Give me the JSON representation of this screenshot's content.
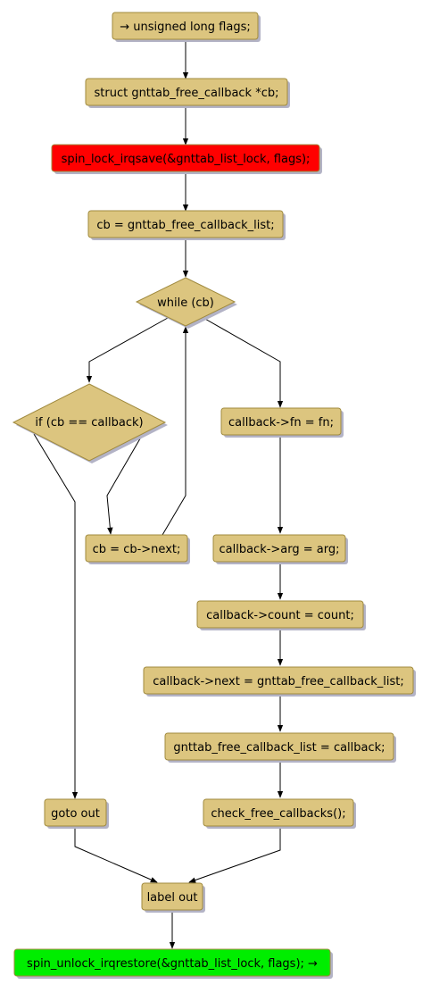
{
  "colors": {
    "default_fill": "#dcc57f",
    "border": "#a08a3e",
    "highlight_red": "#ff0000",
    "highlight_green": "#00ee00",
    "shadow": "#b3b3c6",
    "edge": "#000000"
  },
  "nodes": {
    "decl_flags": {
      "label": "→ unsigned long flags;"
    },
    "decl_cb": {
      "label": "struct gnttab_free_callback *cb;"
    },
    "lock": {
      "label": "spin_lock_irqsave(&gnttab_list_lock, flags);"
    },
    "assign_cb": {
      "label": "cb = gnttab_free_callback_list;"
    },
    "while_cb": {
      "label": "while (cb)"
    },
    "if_cb_eq": {
      "label": "if (cb == callback)"
    },
    "set_fn": {
      "label": "callback->fn = fn;"
    },
    "cb_next": {
      "label": "cb = cb->next;"
    },
    "set_arg": {
      "label": "callback->arg = arg;"
    },
    "set_count": {
      "label": "callback->count = count;"
    },
    "set_next": {
      "label": "callback->next = gnttab_free_callback_list;"
    },
    "set_list": {
      "label": "gnttab_free_callback_list = callback;"
    },
    "goto_out": {
      "label": "goto out"
    },
    "check_free": {
      "label": "check_free_callbacks();"
    },
    "label_out": {
      "label": "label out"
    },
    "unlock": {
      "label": "spin_unlock_irqrestore(&gnttab_list_lock, flags); →"
    }
  }
}
